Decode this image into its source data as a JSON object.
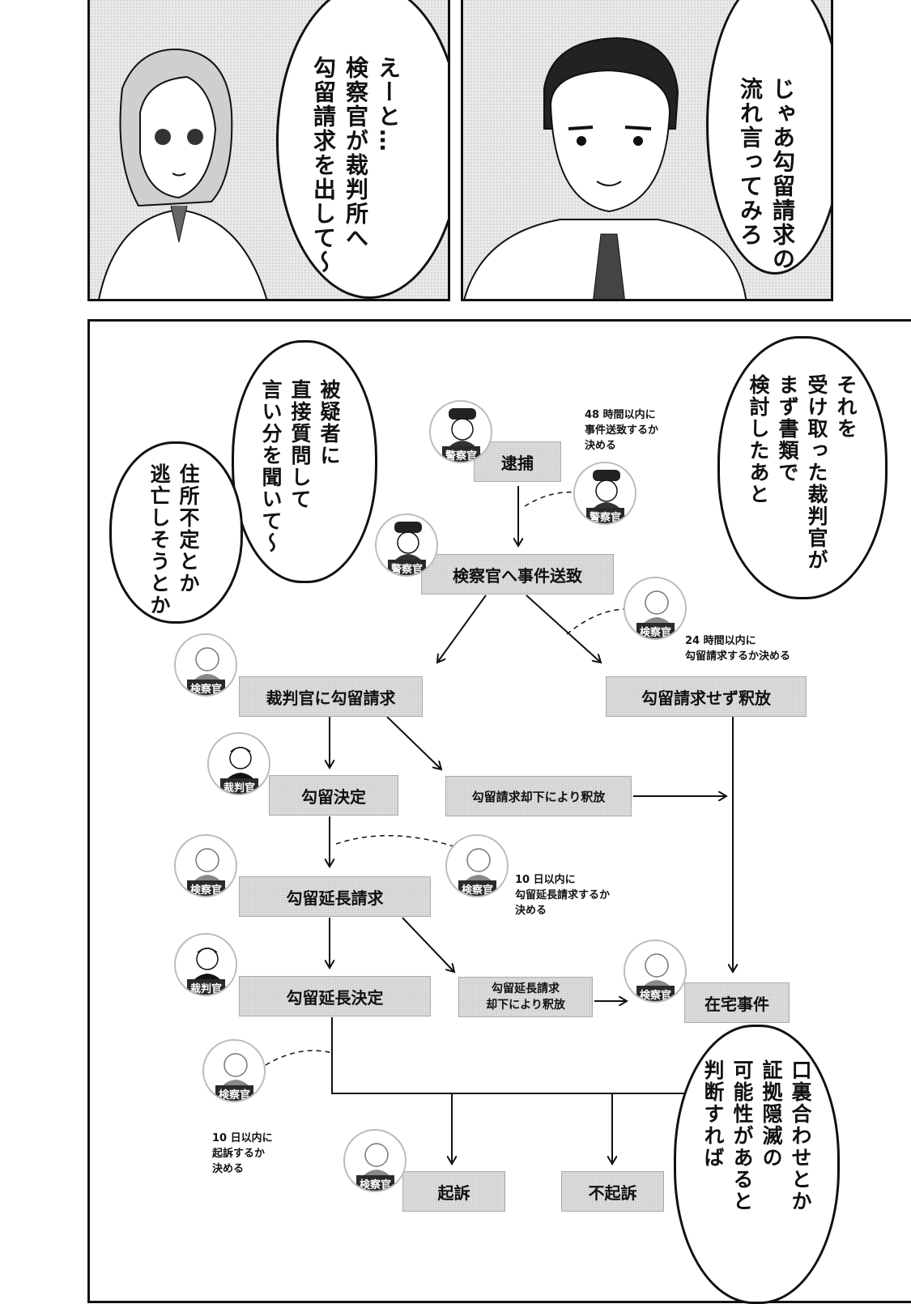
{
  "top_panels": {
    "woman_bubble": "えーと…\n検察官が裁判所へ\n勾留請求を出して〜",
    "man_bubble": "じゃあ勾留請求の\n流れ言ってみろ"
  },
  "main_panel": {
    "bubble_right_top": "それを\n受け取った裁判官が\nまず書類で\n検討したあと",
    "bubble_left_top": "被疑者に\n直接質問して\n言い分を聞いて〜",
    "bubble_left_mid": "住所不定とか\n逃亡しそうとか",
    "bubble_right_bottom": "口裏合わせとか\n証拠隠滅の\n可能性があると\n判断すれば"
  },
  "flow": {
    "arrest": "逮捕",
    "send_to_prosecutor": "検察官へ事件送致",
    "request_detention": "裁判官に勾留請求",
    "release_no_request": "勾留請求せず釈放",
    "detention_decision": "勾留決定",
    "release_rejected": "勾留請求却下により釈放",
    "extension_request": "勾留延長請求",
    "extension_decision": "勾留延長決定",
    "release_extension_rejected": "勾留延長請求\n却下により釈放",
    "at_home_case": "在宅事件",
    "indictment": "起訴",
    "non_indictment": "不起訴"
  },
  "notes": {
    "n48": "48 時間以内に\n事件送致するか\n決める",
    "n24": "24 時間以内に\n勾留請求するか決める",
    "n10a": "10 日以内に\n勾留延長請求するか\n決める",
    "n10b": "10 日以内に\n起訴するか\n決める"
  },
  "roles": {
    "police": "警察官",
    "prosecutor": "検察官",
    "judge": "裁判官"
  }
}
